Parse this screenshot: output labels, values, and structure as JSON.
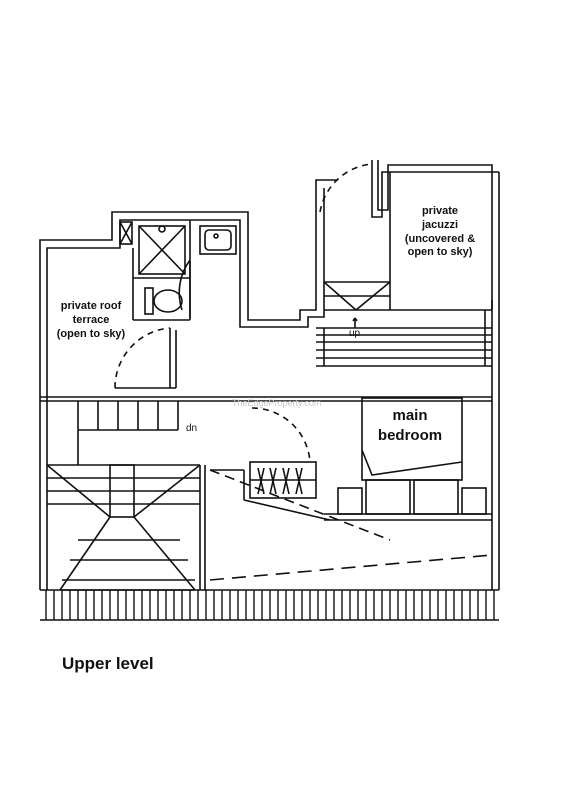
{
  "rooms": {
    "roof_terrace": [
      "private roof",
      "terrace",
      "(open to sky)"
    ],
    "jacuzzi": [
      "private",
      "jacuzzi",
      "(uncovered &",
      "open to sky)"
    ],
    "bedroom": [
      "main",
      "bedroom"
    ]
  },
  "annotations": {
    "up": "up",
    "down": "dn"
  },
  "caption": "Upper level",
  "watermark": "TheEdgeProperty.com"
}
